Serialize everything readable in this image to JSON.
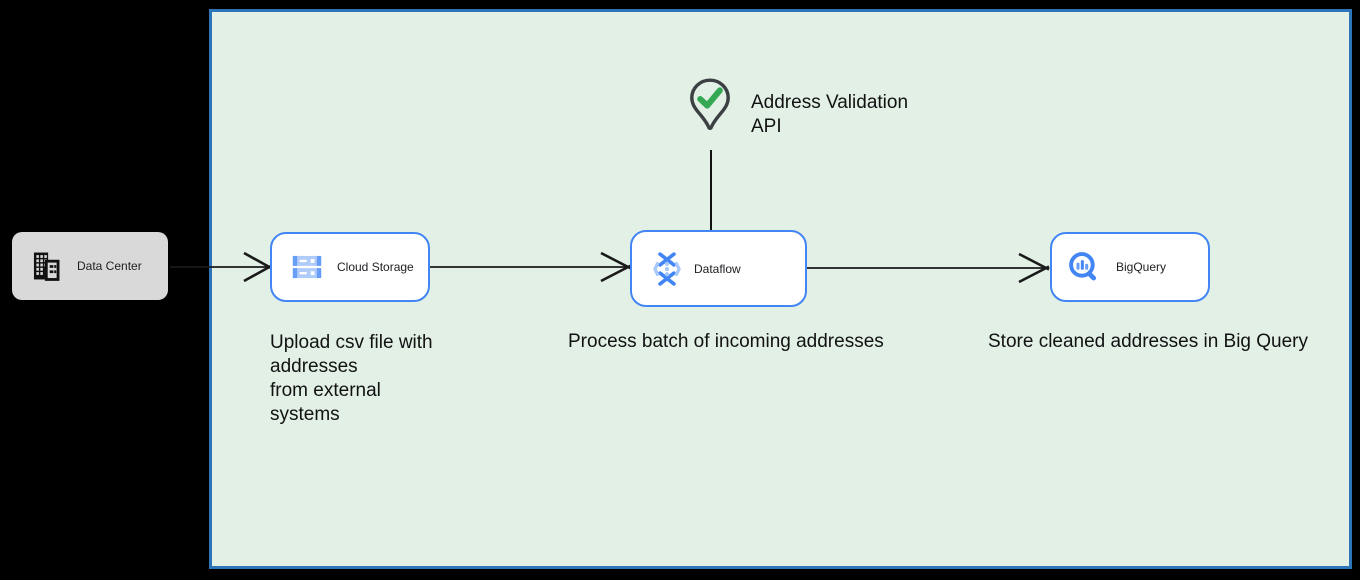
{
  "diagram": {
    "nodes": {
      "data_center": {
        "label": "Data Center",
        "icon": "building-icon"
      },
      "cloud_storage": {
        "label": "Cloud Storage",
        "icon": "cloud-storage-icon"
      },
      "dataflow": {
        "label": "Dataflow",
        "icon": "dataflow-icon"
      },
      "bigquery": {
        "label": "BigQuery",
        "icon": "bigquery-icon"
      }
    },
    "api_marker": {
      "label": "Address Validation\nAPI",
      "icon": "pin-check-icon"
    },
    "notes": {
      "upload": "Upload csv file with\naddresses\nfrom external\nsystems",
      "process": "Process batch of incoming addresses",
      "store": "Store cleaned addresses in Big Query"
    },
    "connections": [
      {
        "from": "data_center",
        "to": "cloud_storage"
      },
      {
        "from": "cloud_storage",
        "to": "dataflow"
      },
      {
        "from": "dataflow",
        "to": "bigquery"
      },
      {
        "from": "address_validation_api",
        "to": "dataflow"
      }
    ],
    "colors": {
      "canvas_bg": "#000000",
      "zone_fill": "#e2f0e6",
      "zone_border": "#2d74b8",
      "node_border": "#4285f4",
      "node_fill": "#ffffff",
      "datacenter_fill": "#d9d9d9",
      "icon_blue": "#4285f4",
      "icon_blue_light": "#a8c7fa",
      "icon_blue_mid": "#669df6",
      "check_green": "#34a853",
      "pin_outline": "#3c4043",
      "text": "#121212"
    }
  }
}
